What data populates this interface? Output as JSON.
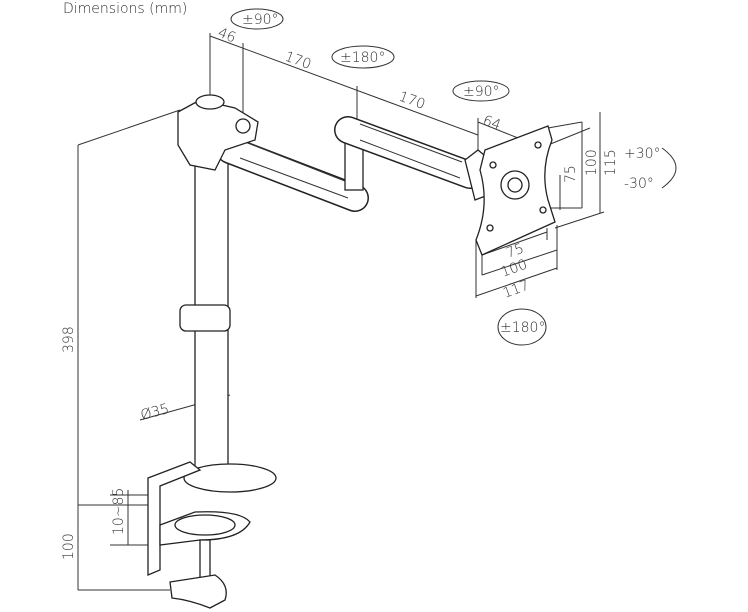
{
  "title": "Dimensions (mm)",
  "rotation_labels": {
    "base_swivel": "±90°",
    "elbow_swivel": "±180°",
    "head_swivel": "±90°",
    "tilt_up": "+30°",
    "tilt_down": "-30°",
    "rotation": "±180°"
  },
  "dimensions": {
    "pole_offset": "46",
    "arm_1": "170",
    "arm_2": "170",
    "head": "64",
    "vesa_v_75": "75",
    "vesa_v_100": "100",
    "plate_height": "115",
    "vesa_h_75": "75",
    "vesa_h_100": "100",
    "plate_width": "117",
    "pole_height": "398",
    "pole_diameter": "Ø35",
    "clamp_range": "10~85",
    "clamp_height": "100"
  }
}
